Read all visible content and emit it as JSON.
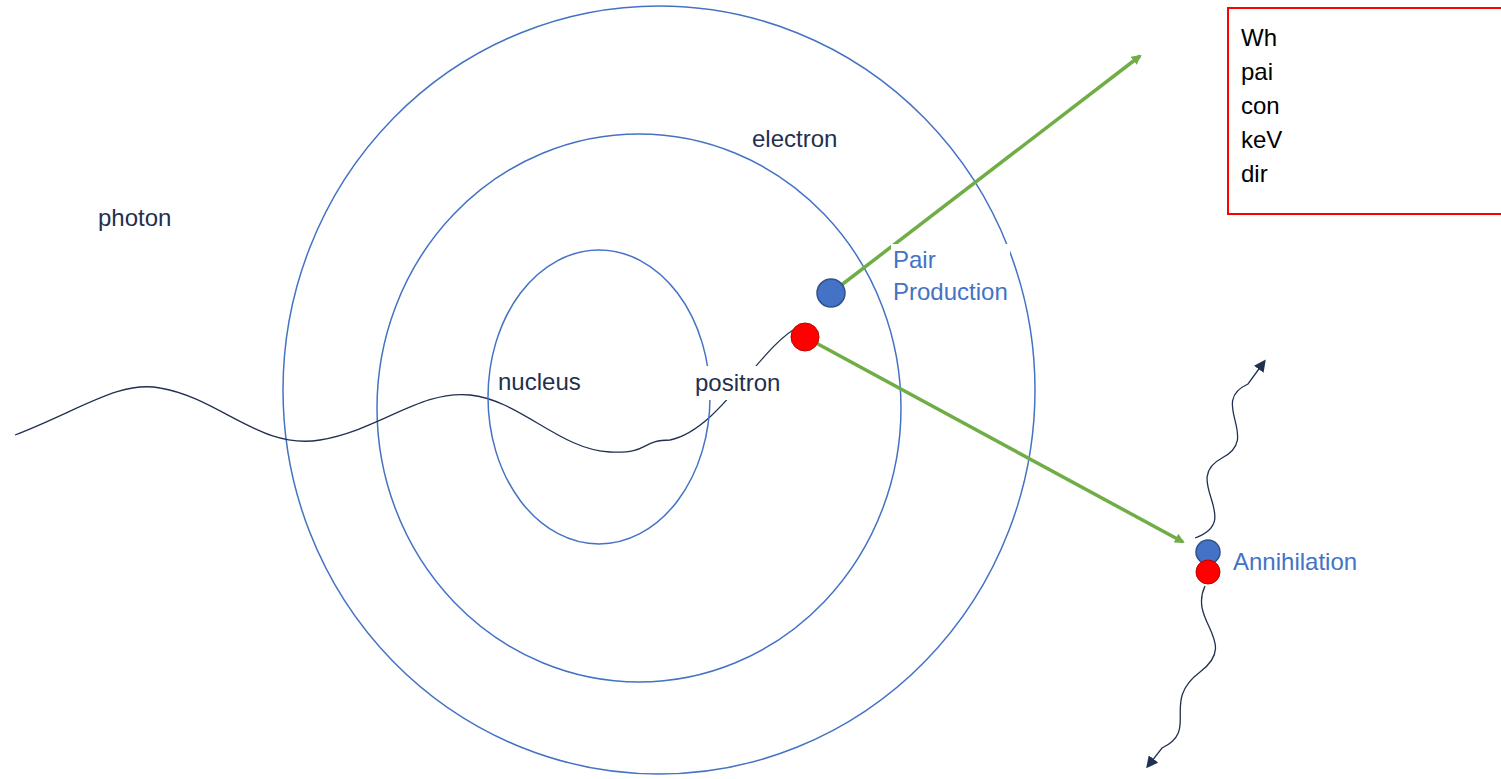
{
  "diagram": {
    "nodes": [
      {
        "text": [
          "nucleus"
        ]
      },
      {
        "text": [
          "Wh pai con keV dir"
        ]
      }
    ],
    "labels": [
      "photon",
      "electron",
      "Pair Production",
      "positron",
      "Annihilation"
    ]
  }
}
